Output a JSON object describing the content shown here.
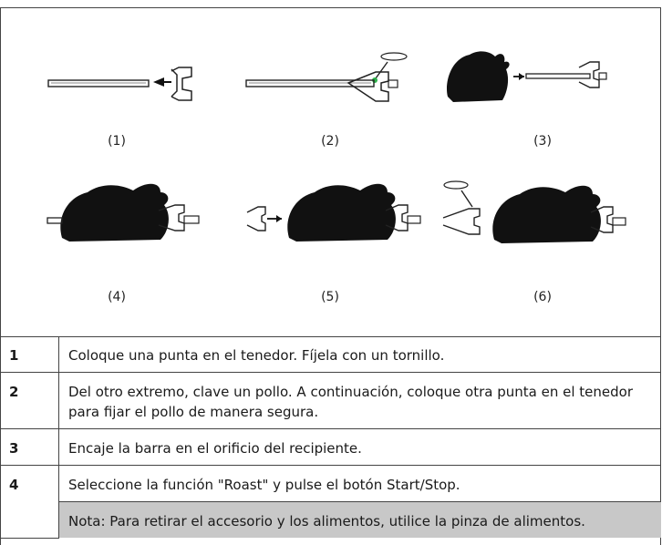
{
  "figure": {
    "labels": [
      "(1)",
      "(2)",
      "(3)",
      "(4)",
      "(5)",
      "(6)"
    ]
  },
  "steps": [
    {
      "num": "1",
      "text": "Coloque una punta en el tenedor. Fíjela con un tornillo."
    },
    {
      "num": "2",
      "text": "Del otro extremo, clave un pollo. A continuación, coloque otra punta en el tenedor para fijar el pollo de manera segura."
    },
    {
      "num": "3",
      "text": "Encaje la barra en el orificio del recipiente."
    },
    {
      "num": "4",
      "text": "Seleccione la función \"Roast\" y pulse el botón Start/Stop."
    }
  ],
  "note": "Nota: Para retirar el accesorio y los alimentos, utilice la pinza de alimentos.",
  "colors": {
    "chicken": "#111111",
    "note_bg": "#c8c8c8",
    "accent": "#2db34a"
  }
}
